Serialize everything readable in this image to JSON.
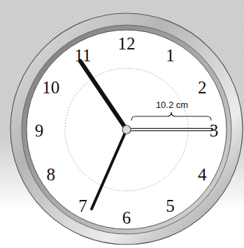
{
  "diagram": {
    "labels": [
      "12",
      "1",
      "2",
      "3",
      "4",
      "5",
      "6",
      "7",
      "8",
      "9",
      "10",
      "11",
      "10.2 cm"
    ]
  }
}
